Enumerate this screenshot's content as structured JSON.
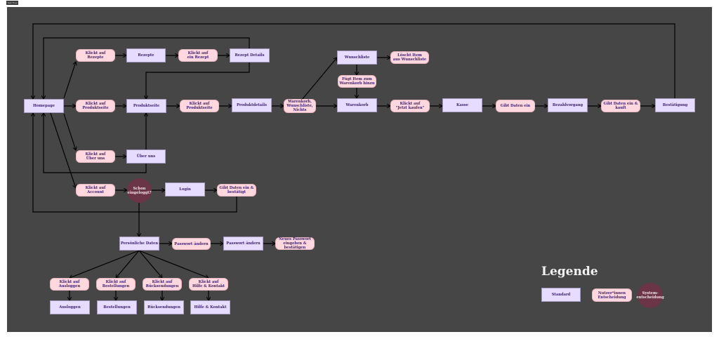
{
  "window": {
    "tab_label": "Task Flow"
  },
  "nodes": {
    "homepage": "Homepage",
    "klickt_rezepte": "Klickt auf\nRezepte",
    "rezepte": "Rezepte",
    "klickt_ein_rezept": "Klickt auf\nein Rezept",
    "rezept_details": "Rezept Details",
    "klickt_produktseite": "Klickt auf\nProduktseite",
    "produktseite": "Produktseite",
    "klickt_produktseite_2": "Klickt auf\nProduktseite",
    "produktdetails": "Produktdetails",
    "warenkorb_wunschliste_nichts": "Warenkorb,\nWunschliste,\nNichts",
    "wunschliste": "Wunschliste",
    "loescht_item": "Löscht Item\naus Wunschliste",
    "fuegt_item": "Fügt Item zum\nWarenkorb hinzu",
    "warenkorb": "Warenkorb",
    "klickt_jetzt_kaufen": "Klickt auf\n\"Jetzt kaufen\"",
    "kasse": "Kasse",
    "gibt_daten_ein": "Gibt Daten ein",
    "bezahlvorgang": "Bezahlvorgang",
    "gibt_daten_kauft": "Gibt Daten ein &\nkauft",
    "bestaetigung": "Bestätigung",
    "klickt_ueber_uns": "Klickt auf\nÜber uns",
    "ueber_uns": "Über uns",
    "klickt_account": "Klickt auf\nAccount",
    "schon_eingeloggt": "Schon\neingeloggt?",
    "login": "Login",
    "gibt_daten_bestaetigt": "Gibt Daten ein &\nbestätigt",
    "persoenliche_daten": "Persönliche Daten",
    "passwort_aendern_pill": "Passwort ändern",
    "passwort_aendern": "Passwort ändern",
    "neues_passwort": "Neues Passwort\neingeben &\nbestätigen",
    "klickt_ausloggen": "Klickt auf\nAusloggen",
    "ausloggen": "Ausloggen",
    "klickt_bestellungen": "Klickt auf\nBestellungen",
    "bestellungen": "Bestellungen",
    "klickt_ruecksendungen": "Klickt auf\nRücksendungen",
    "ruecksendungen": "Rücksendungen",
    "klickt_hilfe": "Klickt auf\nHilfe & Kontakt",
    "hilfe": "Hilfe & Kontakt"
  },
  "legend": {
    "title": "Legende",
    "standard": "Standard",
    "user_decision": "Nutzer*innen\nEntscheidung",
    "system_decision": "System-\nentscheidung"
  },
  "colors": {
    "canvas": "#464646",
    "standard": "#e6dcff",
    "user_decision": "#ffd7df",
    "system_decision": "#6b3447",
    "text": "#3b1f6d"
  }
}
